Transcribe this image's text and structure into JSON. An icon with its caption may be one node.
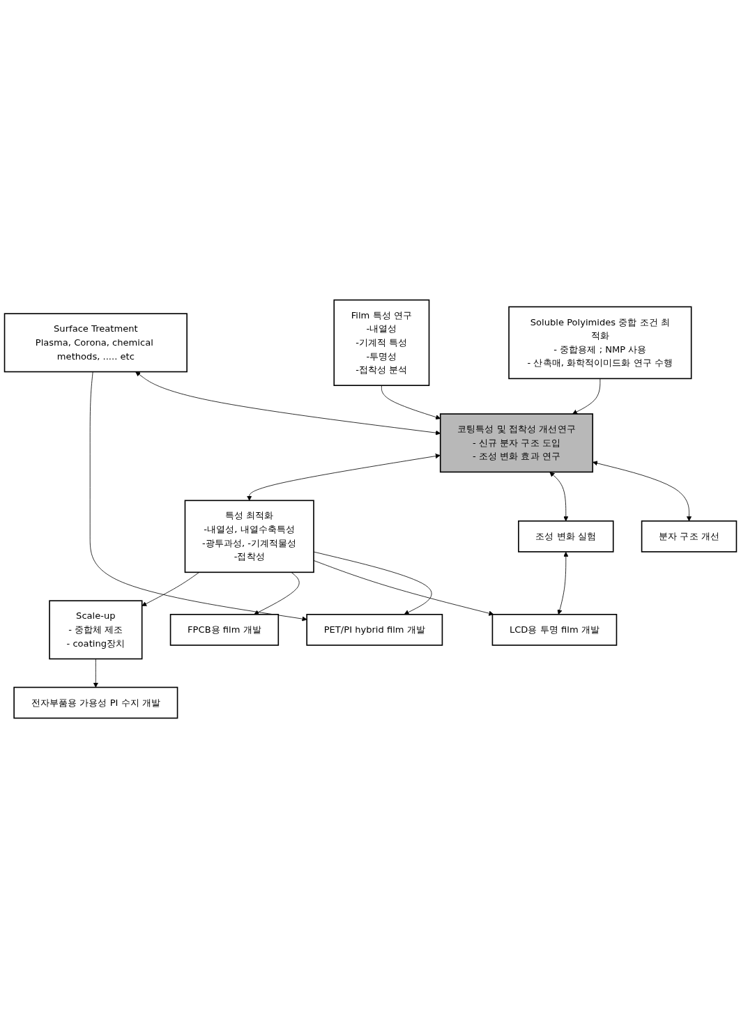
{
  "diagram": {
    "nodes": [
      {
        "text": [
          "Soluble Polyimides 중합 조건 최적화",
          "- 중합용제 ; NMP 사용",
          "- 산촉매, 화학적이미드화 연구 수행"
        ]
      },
      {
        "text": [
          "Film 특성 연구",
          "-내열성",
          "-기계적 특성",
          "-투명성",
          "-접착성 분석"
        ]
      },
      {
        "text": [
          "Surface Treatment",
          "Plasma, Corona, chemical methods, ..... etc"
        ]
      },
      {
        "text": [
          "코팅특성 및 접착성 개선연구",
          "- 신규 분자 구조 도입",
          "- 조성 변화 효과 연구"
        ]
      },
      {
        "text": [
          "분자 구조 개선"
        ]
      },
      {
        "text": [
          "조성 변화 실험"
        ]
      },
      {
        "text": [
          "PET/PI hybrid film 개발"
        ]
      },
      {
        "text": [
          "특성 최적화",
          "-내열성, 내열수축특성",
          "-광투과성, -기계적물성",
          "-접착성"
        ]
      },
      {
        "text": [
          "LCD용 투명 film 개발"
        ]
      },
      {
        "text": [
          "FPCB용 film 개발"
        ]
      },
      {
        "text": [
          "Scale-up",
          "- 중합체 제조",
          "- coating장치"
        ]
      },
      {
        "text": [
          "전자부품용 가용성 PI 수지 개발"
        ]
      }
    ],
    "edges": [
      {
        "from": 0,
        "to": 3,
        "arrow": "to"
      },
      {
        "from": 1,
        "to": 3,
        "arrow": "to"
      },
      {
        "from": 2,
        "to": 3,
        "arrow": "both"
      },
      {
        "from": 3,
        "to": 4,
        "arrow": "both"
      },
      {
        "from": 3,
        "to": 5,
        "arrow": "both"
      },
      {
        "from": 2,
        "to": 6,
        "arrow": "to"
      },
      {
        "from": 3,
        "to": 7,
        "arrow": "both"
      },
      {
        "from": 5,
        "to": 8,
        "arrow": "both"
      },
      {
        "from": 7,
        "to": 6,
        "arrow": "to"
      },
      {
        "from": 7,
        "to": 8,
        "arrow": "to"
      },
      {
        "from": 7,
        "to": 9,
        "arrow": "to"
      },
      {
        "from": 7,
        "to": 10,
        "arrow": "to"
      },
      {
        "from": 10,
        "to": 11,
        "arrow": "to"
      }
    ]
  }
}
